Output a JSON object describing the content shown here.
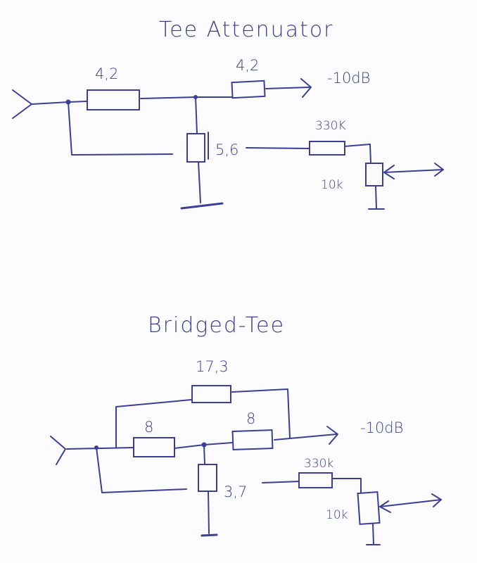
{
  "tee_attenuator": {
    "title": "Tee Attenuator",
    "r_series_1": "4,2",
    "r_series_2": "4,2",
    "r_shunt": "5,6",
    "output_level": "-10dB",
    "r_feed": "330K",
    "pot": "10k"
  },
  "bridged_tee": {
    "title": "Bridged-Tee",
    "r_bridge": "17,3",
    "r_series_1": "8",
    "r_series_2": "8",
    "r_shunt": "3,7",
    "output_level": "-10dB",
    "r_feed": "330k",
    "pot": "10k"
  },
  "ink_color": "#3b3f96"
}
